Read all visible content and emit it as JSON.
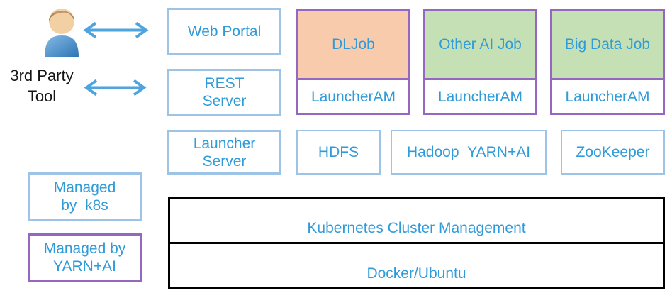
{
  "diagram": {
    "actor": {
      "label": "3rd Party\nTool"
    },
    "frontend": {
      "web_portal": "Web Portal",
      "rest_server": "REST\nServer",
      "launcher_server": "Launcher\nServer"
    },
    "jobs": [
      {
        "title": "DLJob",
        "am": "LauncherAM",
        "fill": "#F8CBAD"
      },
      {
        "title": "Other AI Job",
        "am": "LauncherAM",
        "fill": "#C5E0B4"
      },
      {
        "title": "Big Data Job",
        "am": "LauncherAM",
        "fill": "#C5E0B4"
      }
    ],
    "services": {
      "hdfs": "HDFS",
      "hadoop_yarn": "Hadoop  YARN+AI",
      "zookeeper": "ZooKeeper"
    },
    "platform": {
      "kubernetes": "Kubernetes Cluster Management",
      "docker": "Docker/Ubuntu"
    },
    "legend": [
      {
        "label": "Managed\nby  k8s",
        "border_color": "#9DC3E6"
      },
      {
        "label": "Managed by\nYARN+AI",
        "border_color": "#9468BE"
      }
    ],
    "colors": {
      "text_blue": "#2F9BD9",
      "border_light_blue": "#9DC3E6",
      "border_purple": "#9468BE",
      "fill_peach": "#F8CBAD",
      "fill_green": "#C5E0B4",
      "arrow_blue": "#4EA4DF",
      "platform_border": "#000000",
      "actor_text": "#141414"
    }
  }
}
